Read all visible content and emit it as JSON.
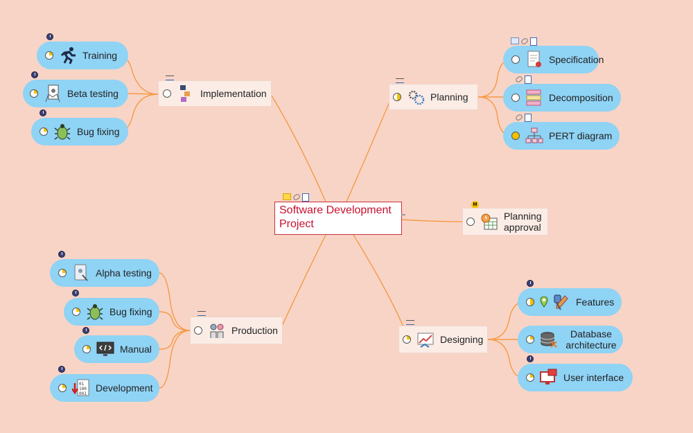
{
  "root": {
    "title": "Software Development Project"
  },
  "branches": {
    "implementation": {
      "label": "Implementation"
    },
    "planning": {
      "label": "Planning"
    },
    "planning_approval": {
      "label": "Planning approval"
    },
    "production": {
      "label": "Production"
    },
    "designing": {
      "label": "Designing"
    }
  },
  "implementation_children": {
    "training": {
      "label": "Training"
    },
    "beta_testing": {
      "label": "Beta testing"
    },
    "bug_fixing": {
      "label": "Bug fixing"
    }
  },
  "planning_children": {
    "specification": {
      "label": "Specification"
    },
    "decomposition": {
      "label": "Decomposition"
    },
    "pert_diagram": {
      "label": "PERT diagram"
    }
  },
  "production_children": {
    "alpha_testing": {
      "label": "Alpha testing"
    },
    "bug_fixing": {
      "label": "Bug fixing"
    },
    "manual": {
      "label": "Manual"
    },
    "development": {
      "label": "Development"
    }
  },
  "designing_children": {
    "features": {
      "label": "Features"
    },
    "database_architecture": {
      "label": "Database architecture"
    },
    "user_interface": {
      "label": "User interface"
    }
  },
  "badges": {
    "milestone": "M"
  },
  "colors": {
    "background": "#f8d4c6",
    "topic_pill": "#8fd3f5",
    "link": "#f59a45",
    "root_border": "#c8303f",
    "root_text": "#c8102e"
  }
}
